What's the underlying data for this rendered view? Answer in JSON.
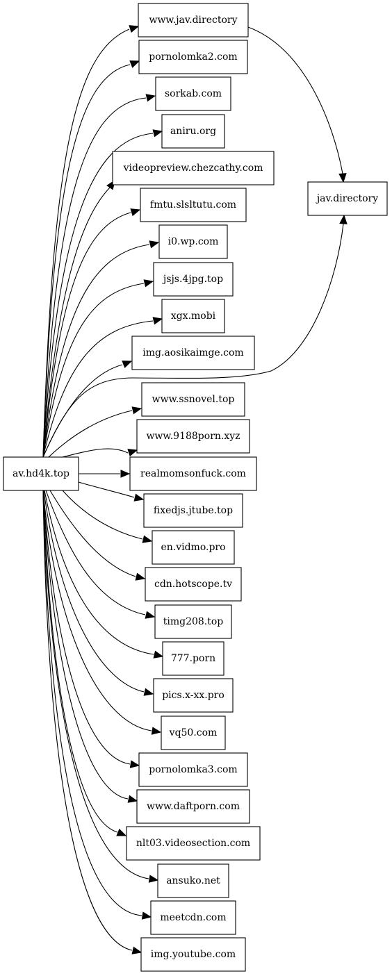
{
  "graph": {
    "source": {
      "id": "av",
      "label": "av.hd4k.top"
    },
    "targets": [
      {
        "id": "n1",
        "label": "www.jav.directory"
      },
      {
        "id": "n2",
        "label": "pornolomka2.com"
      },
      {
        "id": "n3",
        "label": "sorkab.com"
      },
      {
        "id": "n4",
        "label": "aniru.org"
      },
      {
        "id": "n5",
        "label": "videopreview.chezcathy.com"
      },
      {
        "id": "n6",
        "label": "fmtu.slsltutu.com"
      },
      {
        "id": "n7",
        "label": "i0.wp.com"
      },
      {
        "id": "n8",
        "label": "jsjs.4jpg.top"
      },
      {
        "id": "n9",
        "label": "xgx.mobi"
      },
      {
        "id": "n10",
        "label": "img.aosikaimge.com"
      },
      {
        "id": "n11",
        "label": "www.ssnovel.top"
      },
      {
        "id": "n12",
        "label": "www.9188porn.xyz"
      },
      {
        "id": "n13",
        "label": "realmomsonfuck.com"
      },
      {
        "id": "n14",
        "label": "fixedjs.jtube.top"
      },
      {
        "id": "n15",
        "label": "en.vidmo.pro"
      },
      {
        "id": "n16",
        "label": "cdn.hotscope.tv"
      },
      {
        "id": "n17",
        "label": "timg208.top"
      },
      {
        "id": "n18",
        "label": "777.porn"
      },
      {
        "id": "n19",
        "label": "pics.x-xx.pro"
      },
      {
        "id": "n20",
        "label": "vq50.com"
      },
      {
        "id": "n21",
        "label": "pornolomka3.com"
      },
      {
        "id": "n22",
        "label": "www.daftporn.com"
      },
      {
        "id": "n23",
        "label": "nlt03.videosection.com"
      },
      {
        "id": "n24",
        "label": "ansuko.net"
      },
      {
        "id": "n25",
        "label": "meetcdn.com"
      },
      {
        "id": "n26",
        "label": "img.youtube.com"
      }
    ],
    "sink": {
      "id": "jav",
      "label": "jav.directory"
    },
    "edges": [
      [
        "av",
        "n1"
      ],
      [
        "av",
        "n2"
      ],
      [
        "av",
        "n3"
      ],
      [
        "av",
        "n4"
      ],
      [
        "av",
        "n5"
      ],
      [
        "av",
        "n6"
      ],
      [
        "av",
        "n7"
      ],
      [
        "av",
        "n8"
      ],
      [
        "av",
        "n9"
      ],
      [
        "av",
        "n10"
      ],
      [
        "av",
        "n11"
      ],
      [
        "av",
        "n12"
      ],
      [
        "av",
        "n13"
      ],
      [
        "av",
        "n14"
      ],
      [
        "av",
        "n15"
      ],
      [
        "av",
        "n16"
      ],
      [
        "av",
        "n17"
      ],
      [
        "av",
        "n18"
      ],
      [
        "av",
        "n19"
      ],
      [
        "av",
        "n20"
      ],
      [
        "av",
        "n21"
      ],
      [
        "av",
        "n22"
      ],
      [
        "av",
        "n23"
      ],
      [
        "av",
        "n24"
      ],
      [
        "av",
        "n25"
      ],
      [
        "av",
        "n26"
      ],
      [
        "n1",
        "jav"
      ],
      [
        "av",
        "jav"
      ]
    ]
  }
}
